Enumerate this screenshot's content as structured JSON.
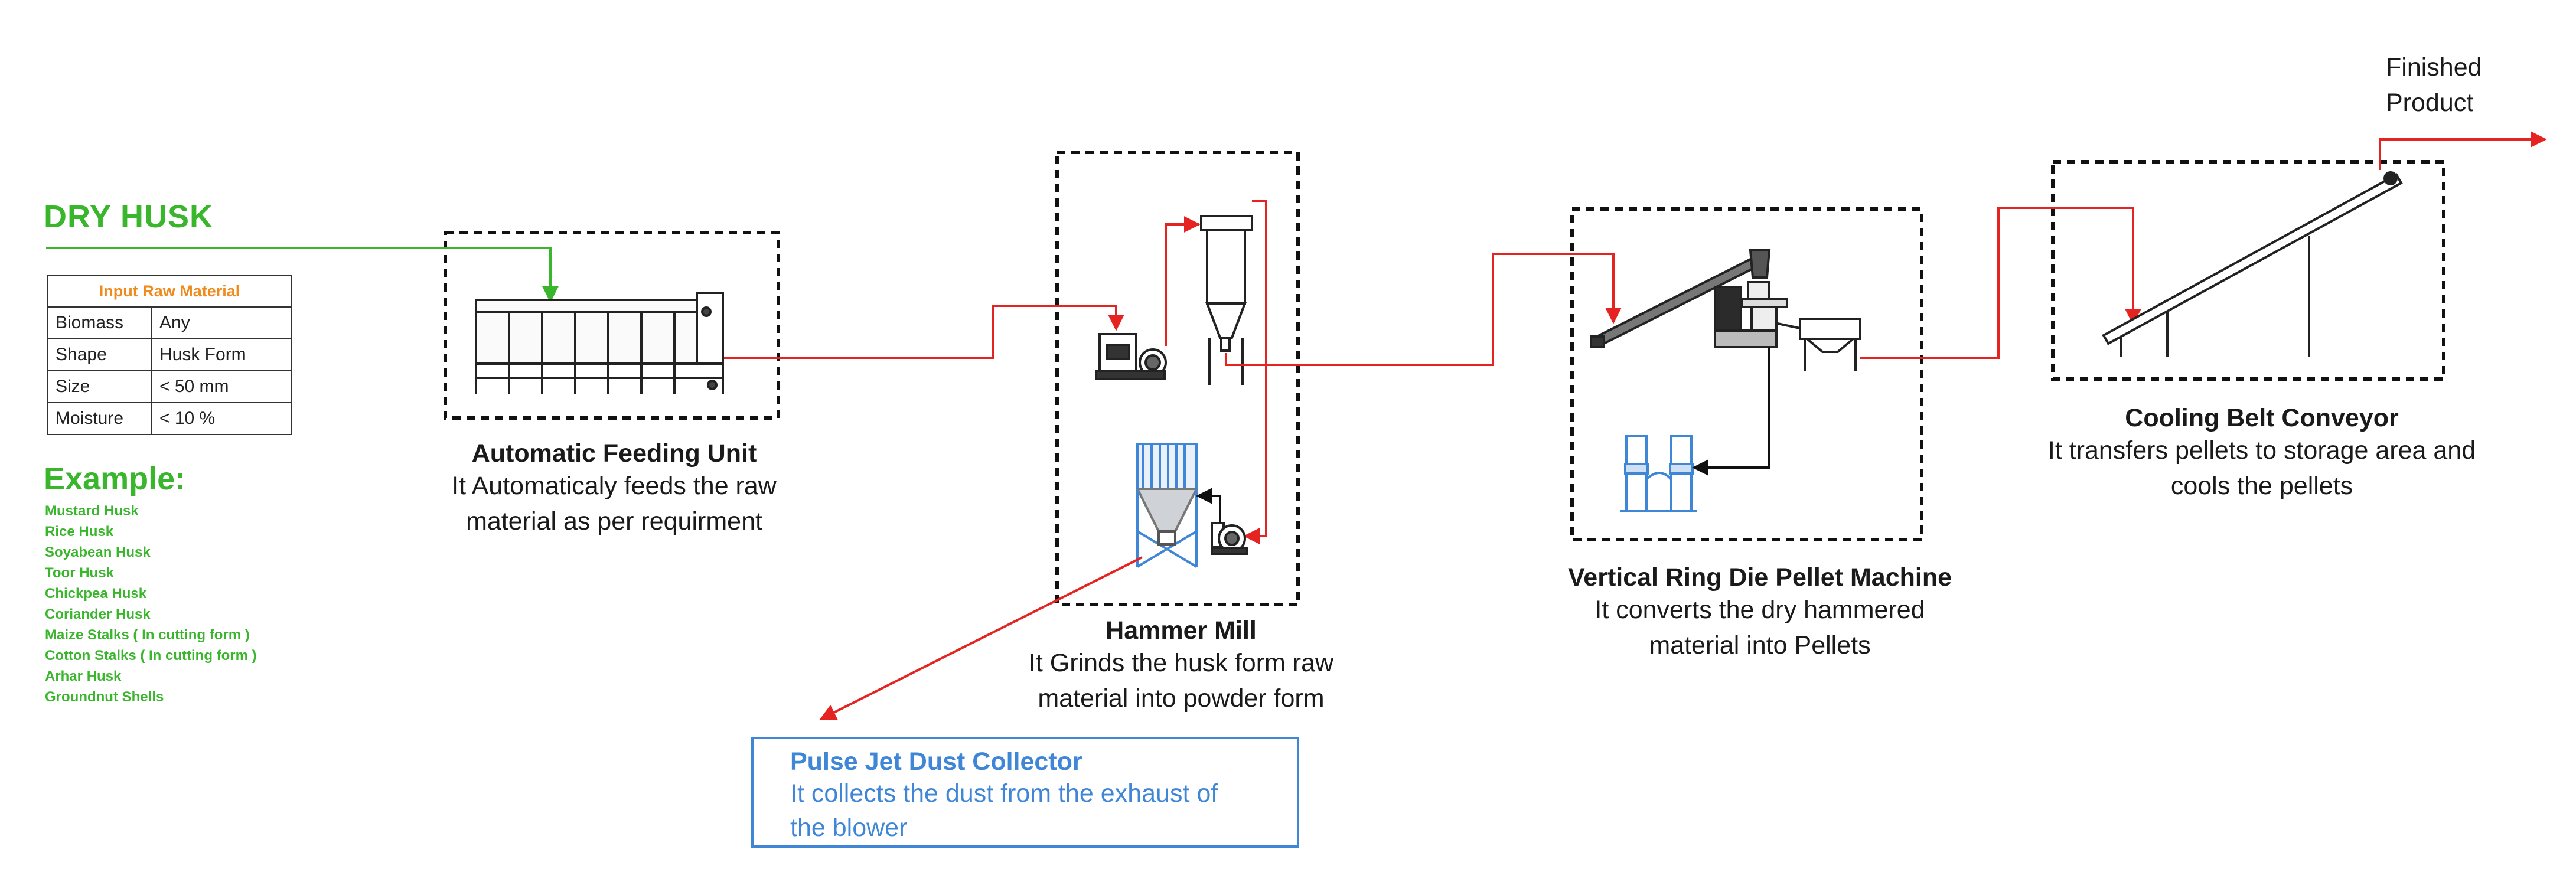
{
  "input": {
    "heading": "DRY HUSK",
    "table_title": "Input Raw Material",
    "rows": [
      {
        "key": "Biomass",
        "value": "Any"
      },
      {
        "key": "Shape",
        "value": "Husk Form"
      },
      {
        "key": "Size",
        "value": "< 50 mm"
      },
      {
        "key": "Moisture",
        "value": "< 10 %"
      }
    ],
    "example_heading": "Example:",
    "examples": [
      "Mustard Husk",
      "Rice Husk",
      "Soyabean Husk",
      "Toor Husk",
      "Chickpea Husk",
      "Coriander Husk",
      "Maize Stalks ( In cutting form )",
      "Cotton Stalks ( In cutting form )",
      "Arhar Husk",
      "Groundnut Shells"
    ]
  },
  "stages": {
    "feeding": {
      "title": "Automatic Feeding Unit",
      "desc1": "It Automaticaly feeds the raw",
      "desc2": "material as per requirment"
    },
    "mill": {
      "title": "Hammer Mill",
      "desc1": "It Grinds the husk form raw",
      "desc2": "material into powder form"
    },
    "dust": {
      "title": "Pulse Jet Dust Collector",
      "desc1": "It collects the dust from the exhaust of",
      "desc2": "the blower"
    },
    "pellet": {
      "title": "Vertical Ring Die Pellet Machine",
      "desc1": "It converts the dry hammered",
      "desc2": "material into Pellets"
    },
    "cooling": {
      "title": "Cooling Belt Conveyor",
      "desc1": "It transfers pellets to storage area and",
      "desc2": "cools the pellets"
    }
  },
  "output": {
    "line1": "Finished",
    "line2": "Product"
  },
  "colors": {
    "green": "#3ab62d",
    "red": "#e52421",
    "blue": "#3f86d6",
    "orange": "#f08a1c",
    "black": "#1a1a1a"
  }
}
